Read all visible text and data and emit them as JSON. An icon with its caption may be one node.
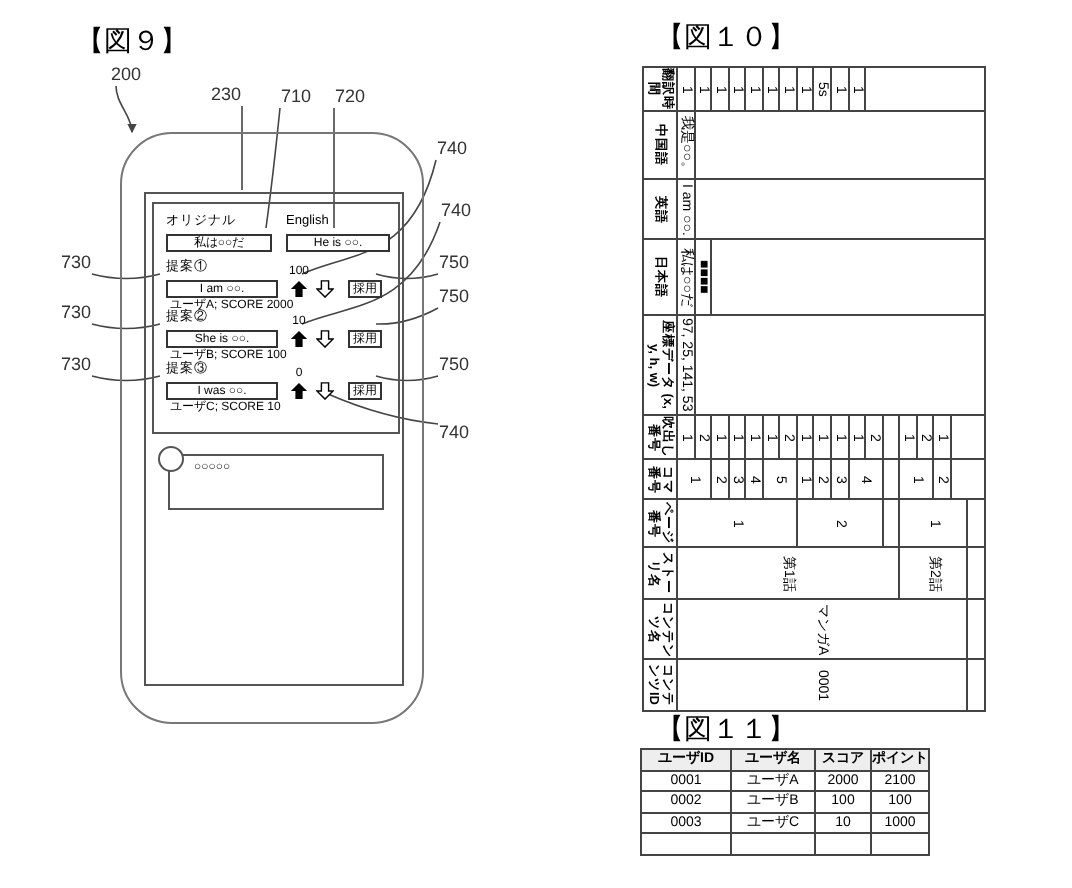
{
  "diagram": {
    "nodes": [
      {
        "text": [
          "200"
        ]
      },
      {
        "text": [],
        "shape": "box"
      },
      {
        "text": [],
        "shape": "box",
        "in": 1
      },
      {
        "text": [],
        "shape": "box",
        "in": 2
      },
      {
        "text": [
          "オリジナル",
          "私は○○だ"
        ],
        "in": 3
      },
      {
        "text": [
          "English",
          "He is ○○."
        ],
        "in": 3
      },
      {
        "text": [
          "提案①",
          "I am ○○."
        ],
        "in": 3,
        "beside": [
          "ユーザA; SCORE 2000"
        ]
      },
      {
        "text": [],
        "shape": "arrow",
        "in": 3,
        "beside": [
          "100"
        ]
      },
      {
        "text": [],
        "shape": "arrow",
        "in": 3
      },
      {
        "text": [
          "採用"
        ],
        "in": 3
      },
      {
        "text": [
          "提案②",
          "She is ○○."
        ],
        "in": 3,
        "beside": [
          "ユーザB; SCORE 100"
        ]
      },
      {
        "text": [],
        "shape": "arrow",
        "in": 3,
        "beside": [
          "10"
        ]
      },
      {
        "text": [],
        "shape": "arrow",
        "in": 3
      },
      {
        "text": [
          "採用"
        ],
        "in": 3
      },
      {
        "text": [
          "提案③",
          "I was ○○."
        ],
        "in": 3,
        "beside": [
          "ユーザC; SCORE 10"
        ]
      },
      {
        "text": [],
        "shape": "arrow",
        "in": 3,
        "beside": [
          "0"
        ]
      },
      {
        "text": [],
        "shape": "arrow",
        "in": 3
      },
      {
        "text": [
          "採用"
        ],
        "in": 3
      },
      {
        "text": [
          "○○○○○"
        ],
        "in": 2
      },
      {
        "text": [],
        "shape": "circle",
        "in": 2
      },
      {
        "text": [
          "230"
        ]
      },
      {
        "text": [
          "710"
        ]
      },
      {
        "text": [
          "720"
        ]
      },
      {
        "text": [
          "740"
        ]
      },
      {
        "text": [
          "740"
        ]
      },
      {
        "text": [
          "750"
        ]
      },
      {
        "text": [
          "730"
        ]
      },
      {
        "text": [
          "750"
        ]
      },
      {
        "text": [
          "730"
        ]
      },
      {
        "text": [
          "750"
        ]
      },
      {
        "text": [
          "730"
        ]
      },
      {
        "text": [
          "740"
        ]
      }
    ],
    "edges": [
      {
        "from": 0,
        "to": 1,
        "arrow": "to"
      },
      {
        "from": 20,
        "to": 2,
        "arrow": "none"
      },
      {
        "from": 21,
        "to": 4,
        "arrow": "none"
      },
      {
        "from": 22,
        "to": 5,
        "arrow": "none"
      },
      {
        "from": 23,
        "to": 7,
        "arrow": "none"
      },
      {
        "from": 24,
        "to": 11,
        "arrow": "none"
      },
      {
        "from": 25,
        "to": 9,
        "arrow": "none"
      },
      {
        "from": 26,
        "to": 6,
        "arrow": "none"
      },
      {
        "from": 27,
        "to": 13,
        "arrow": "none"
      },
      {
        "from": 28,
        "to": 10,
        "arrow": "none"
      },
      {
        "from": 29,
        "to": 17,
        "arrow": "none"
      },
      {
        "from": 30,
        "to": 14,
        "arrow": "none"
      },
      {
        "from": 31,
        "to": 16,
        "arrow": "none"
      }
    ],
    "labels": [
      "【図９】",
      "【図１０】",
      "翻訳時間",
      "1",
      "1",
      "1",
      "1",
      "1",
      "1",
      "1",
      "1",
      "5s",
      "1",
      "1",
      "中国語",
      "我是○○。",
      "英語",
      "I am ○○.",
      "日本語",
      "私は○○だ",
      "■■■■",
      "座標データ (x, y, h, w)",
      "97, 25, 141, 53",
      "吹出し番号",
      "1",
      "2",
      "1",
      "1",
      "1",
      "1",
      "2",
      "1",
      "1",
      "1",
      "1",
      "2",
      "1",
      "2",
      "1",
      "コマ番号",
      "1",
      "2",
      "3",
      "4",
      "5",
      "1",
      "2",
      "3",
      "4",
      "1",
      "2",
      "ページ番号",
      "1",
      "2",
      "1",
      "ストーリ名",
      "第1話",
      "第2話",
      "コンテンツ名",
      "マンガA",
      "コンテンツID",
      "0001",
      "【図１１】",
      "ユーザID",
      "ユーザ名",
      "スコア",
      "ポイント",
      "0001",
      "ユーザA",
      "2000",
      "2100",
      "0002",
      "ユーザB",
      "100",
      "100",
      "0003",
      "ユーザC",
      "10",
      "1000"
    ]
  }
}
